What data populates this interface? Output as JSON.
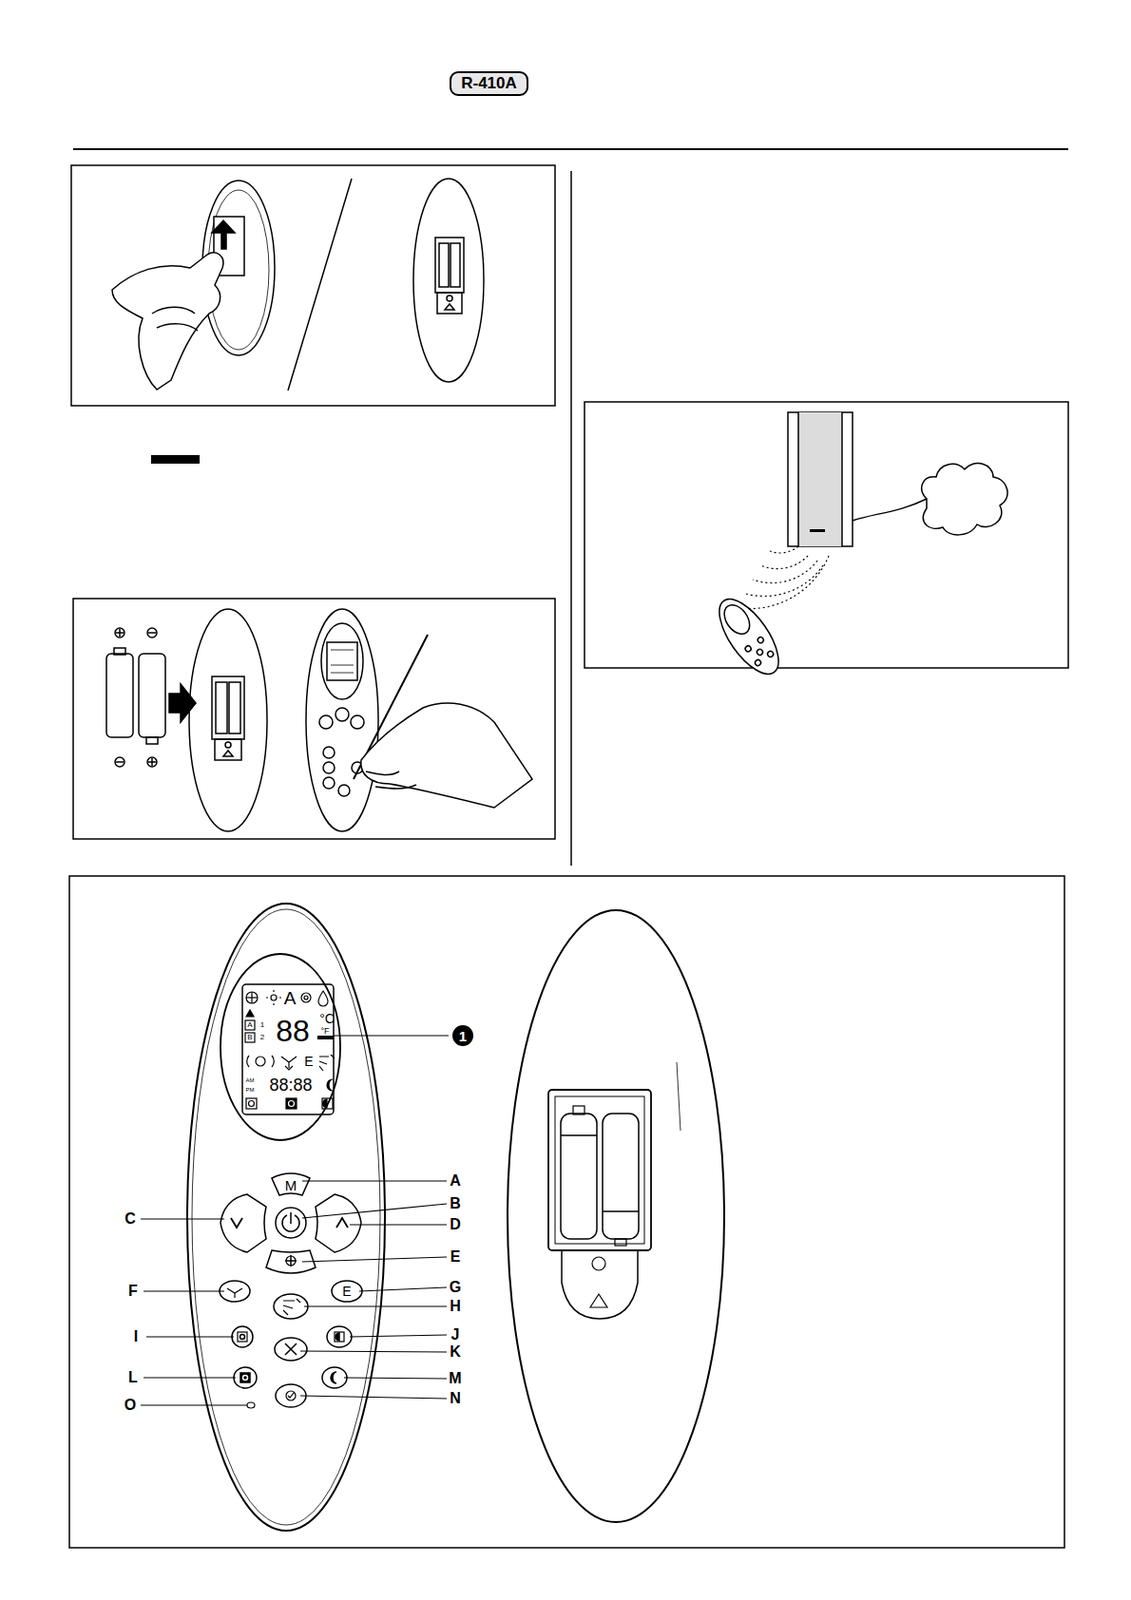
{
  "diagram": {
    "nodes": [
      {
        "text": [
          "R-410A"
        ]
      }
    ],
    "labels": [
      "A",
      "A",
      "1",
      "B",
      "2",
      "88",
      "°C",
      "°F",
      "E",
      "AM",
      "PM",
      "88:88",
      "M",
      "E",
      "1",
      "A",
      "B",
      "C",
      "D",
      "E",
      "F",
      "G",
      "H",
      "I",
      "J",
      "K",
      "L",
      "M",
      "N",
      "O"
    ]
  }
}
